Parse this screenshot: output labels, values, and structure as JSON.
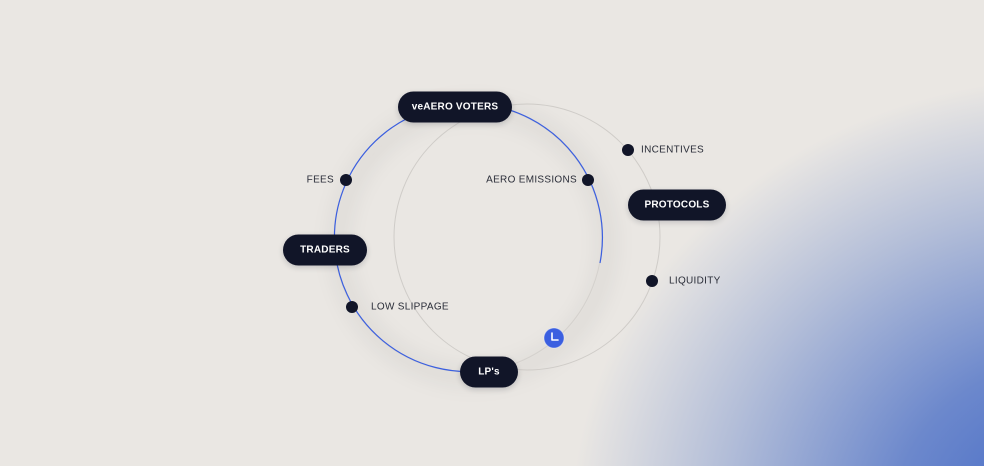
{
  "diagram": {
    "nodes": [
      {
        "id": "voters",
        "label": "veAERO VOTERS"
      },
      {
        "id": "protocols",
        "label": "PROTOCOLS"
      },
      {
        "id": "traders",
        "label": "TRADERS"
      },
      {
        "id": "lps",
        "label": "LP's"
      }
    ],
    "edge_labels": {
      "incentives": "INCENTIVES",
      "aero_emissions": "AERO EMISSIONS",
      "fees": "FEES",
      "liquidity": "LIQUIDITY",
      "low_slippage": "LOW SLIPPAGE"
    },
    "colors": {
      "pill_bg": "#111528",
      "accent_blue": "#3b5fe0",
      "dot": "#111528",
      "background": "#eae7e3",
      "gradient_corner": "#3f66c6"
    },
    "icons": [
      "clock-icon"
    ]
  }
}
